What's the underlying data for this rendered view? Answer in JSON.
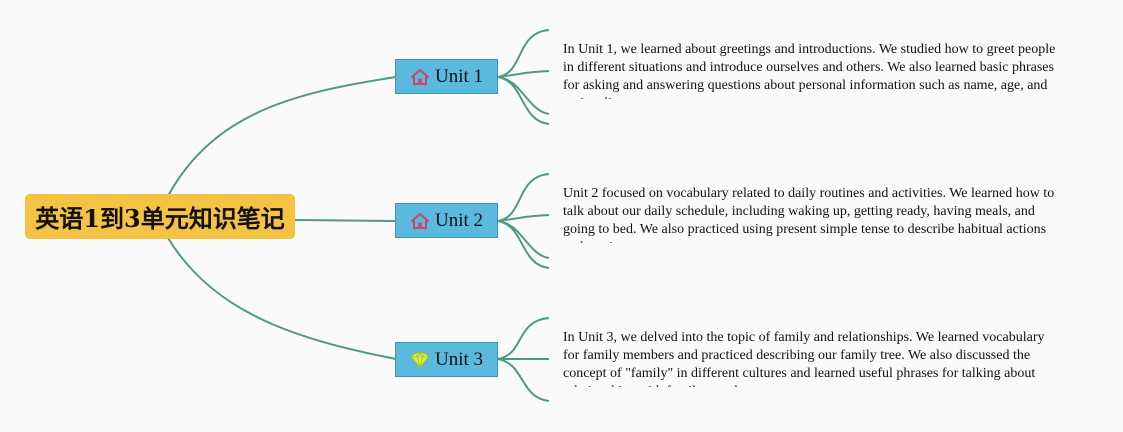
{
  "mindmap": {
    "root": "英语1到3单元知识笔记",
    "units": [
      {
        "label": "Unit 1",
        "icon": "home-icon",
        "note": "In Unit 1, we learned about greetings and introductions. We studied how to greet people in different situations and introduce ourselves and others. We also learned basic phrases for asking and answering questions about personal information such as name, age, and nationality."
      },
      {
        "label": "Unit 2",
        "icon": "home-icon",
        "note": "Unit 2 focused on vocabulary related to daily routines and activities. We learned how to talk about our daily schedule, including waking up, getting ready, having meals, and going to bed. We also practiced using present simple tense to describe habitual actions and routines."
      },
      {
        "label": "Unit 3",
        "icon": "diamond-icon",
        "note": "In Unit 3, we delved into the topic of family and relationships. We learned vocabulary for family members and practiced describing our family tree. We also discussed the concept of \"family\" in different cultures and learned useful phrases for talking about relationships with family members."
      }
    ]
  },
  "colors": {
    "root_fill": "#f5c243",
    "unit_fill": "#5ab9dc",
    "link": "#4f9a82",
    "home_icon": "#c9476d",
    "diamond_icon": "#d9f04a"
  }
}
